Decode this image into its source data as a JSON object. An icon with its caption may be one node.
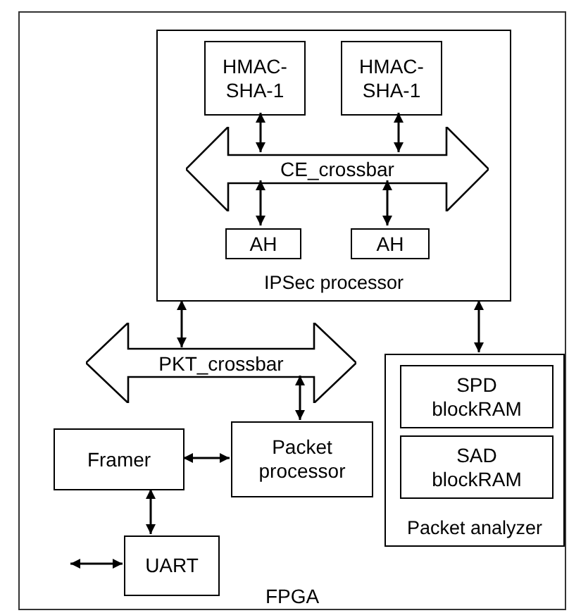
{
  "diagram": {
    "nodes": [
      {
        "text": [
          "FPGA"
        ]
      },
      {
        "text": [
          "IPSec processor"
        ],
        "in": 0
      },
      {
        "text": [
          "HMAC-SHA-1"
        ],
        "in": 1
      },
      {
        "text": [
          "HMAC-SHA-1"
        ],
        "in": 1
      },
      {
        "text": [
          "CE_crossbar"
        ],
        "in": 1
      },
      {
        "text": [
          "AH"
        ],
        "in": 1
      },
      {
        "text": [
          "AH"
        ],
        "in": 1
      },
      {
        "text": [
          "PKT_crossbar"
        ],
        "in": 0
      },
      {
        "text": [
          "Framer"
        ],
        "in": 0
      },
      {
        "text": [
          "Packet processor"
        ],
        "in": 0
      },
      {
        "text": [
          "Packet analyzer"
        ],
        "in": 0
      },
      {
        "text": [
          "SPD blockRAM"
        ],
        "in": 10
      },
      {
        "text": [
          "SAD blockRAM"
        ],
        "in": 10
      },
      {
        "text": [
          "UART"
        ],
        "in": 0
      }
    ],
    "edges": [
      {
        "from": 2,
        "to": 4,
        "arrow": "both"
      },
      {
        "from": 3,
        "to": 4,
        "arrow": "both"
      },
      {
        "from": 4,
        "to": 5,
        "arrow": "both"
      },
      {
        "from": 4,
        "to": 6,
        "arrow": "both"
      },
      {
        "from": 1,
        "to": 7,
        "arrow": "both"
      },
      {
        "from": 1,
        "to": 10,
        "arrow": "both"
      },
      {
        "from": 7,
        "to": 9,
        "arrow": "both"
      },
      {
        "from": 8,
        "to": 9,
        "arrow": "both"
      },
      {
        "from": 8,
        "to": 13,
        "arrow": "both"
      },
      {
        "from": null,
        "to": 13,
        "arrow": "both"
      }
    ]
  }
}
